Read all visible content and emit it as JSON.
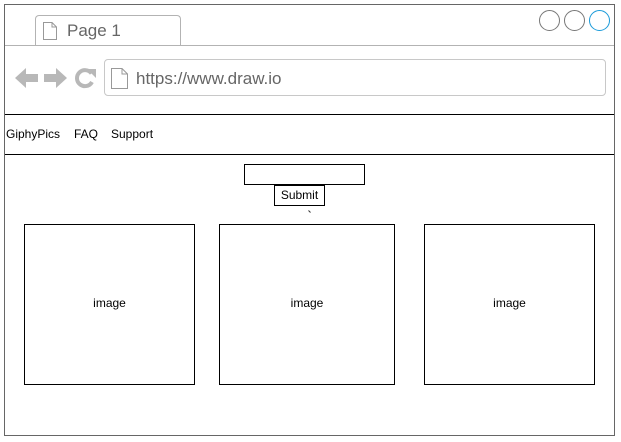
{
  "browser": {
    "tab": {
      "title": "Page 1",
      "icon": "document-icon"
    },
    "window_controls": [
      "circle",
      "circle",
      "circle"
    ],
    "accent_color": "#1a9ad9",
    "toolbar": {
      "back_icon": "arrow-left-icon",
      "forward_icon": "arrow-right-icon",
      "reload_icon": "reload-icon",
      "url": "https://www.draw.io",
      "url_icon": "document-icon"
    }
  },
  "nav": {
    "links": [
      "GiphyPics",
      "FAQ",
      "Support"
    ]
  },
  "search": {
    "value": "",
    "placeholder": "",
    "submit_label": "Submit"
  },
  "gallery": {
    "items": [
      {
        "label": "image"
      },
      {
        "label": "image"
      },
      {
        "label": "image"
      }
    ]
  }
}
